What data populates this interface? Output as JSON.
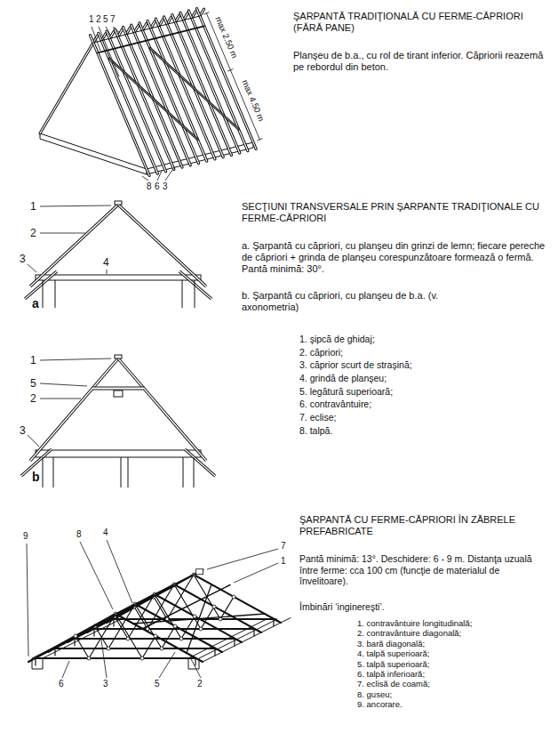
{
  "diagram": {
    "labels": [
      "ŞARPANTĂ TRADIŢIONALĂ CU FERME-CĂPRIORI (FĂRĂ PANE)",
      "Planşeu de b.a., cu rol de tirant inferior. Căpriorii reazemă pe rebordul din beton.",
      "1",
      "2",
      "5",
      "7",
      "max 2.50 m",
      "max 4.50 m",
      "8",
      "6",
      "3",
      "SECŢIUNI TRANSVERSALE PRIN ŞARPANTE TRADIŢIONALE CU FERME-CĂPRIORI",
      "a. Şarpantă cu căpriori, cu planşeu din grinzi de lemn; fiecare pereche de căpriori + grinda de planşeu corespunzătoare formează o fermă. Pantă minimă: 30°.",
      "b. Şarpantă cu căpriori, cu planşeu de b.a. (v. axonometria)",
      "1. şipcă de ghidaj;",
      "2. căpriori;",
      "3. căprior scurt de straşină;",
      "4. grindă de planşeu;",
      "5. legătură superioară;",
      "6. contravântuire;",
      "7. eclise;",
      "8. talpă.",
      "1",
      "2",
      "3",
      "4",
      "a",
      "1",
      "5",
      "2",
      "3",
      "b",
      "ŞARPANTĂ CU FERME-CĂPRIORI ÎN ZĂBRELE PREFABRICATE",
      "Pantă minimă: 13°. Deschidere: 6 - 9 m. Distanţa uzuală între ferme: cca 100 cm (funcţie de materialul de învelitoare).",
      "Îmbinări ‘inginereşti’.",
      "1. contravântuire longitudinală;",
      "2. contravântuire diagonală;",
      "3. bară diagonală;",
      "4. talpă superioară;",
      "5. talpă superioară;",
      "6. talpă inferioară;",
      "7. eclisă de coamă;",
      "8. guseu;",
      "9. ancorare.",
      "9",
      "8",
      "4",
      "7",
      "1",
      "6",
      "3",
      "5",
      "2"
    ]
  }
}
